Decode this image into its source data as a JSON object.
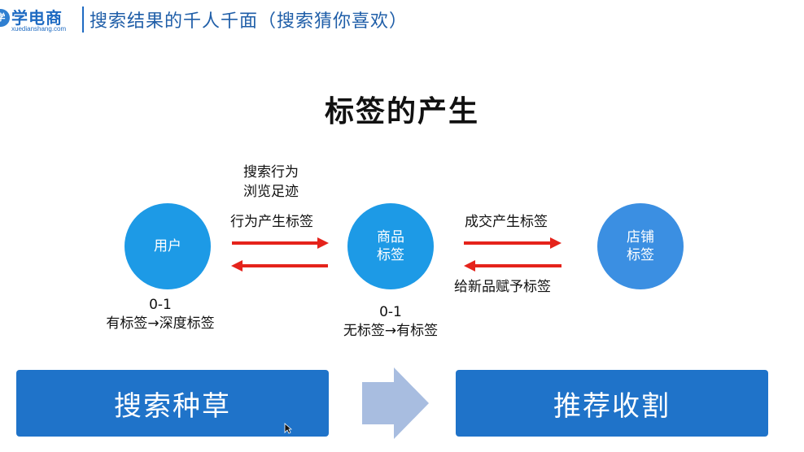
{
  "header": {
    "logo_icon": "学",
    "logo_text": "学电商",
    "logo_sub": "xuedianshang.com",
    "title": "搜索结果的千人千面（搜索猜你喜欢）"
  },
  "main_title": "标签的产生",
  "nodes": {
    "user": [
      "用户"
    ],
    "goods": [
      "商品",
      "标签"
    ],
    "shop": [
      "店铺",
      "标签"
    ]
  },
  "labels": {
    "search_behavior": "搜索行为",
    "browse_footprint": "浏览足迹",
    "behavior_tags": "行为产生标签",
    "deal_tags": "成交产生标签",
    "new_product_tags": "给新品赋予标签",
    "user_level": "0-1",
    "user_level_desc": "有标签→深度标签",
    "goods_level": "0-1",
    "goods_level_desc": "无标签→有标签"
  },
  "bars": {
    "left": "搜索种草",
    "right": "推荐收割"
  },
  "colors": {
    "brand": "#1f6bc2",
    "node": "#1d9ae6",
    "arrow": "#e5231b",
    "bar": "#1f73c9",
    "big_arrow": "#a8bde0"
  }
}
